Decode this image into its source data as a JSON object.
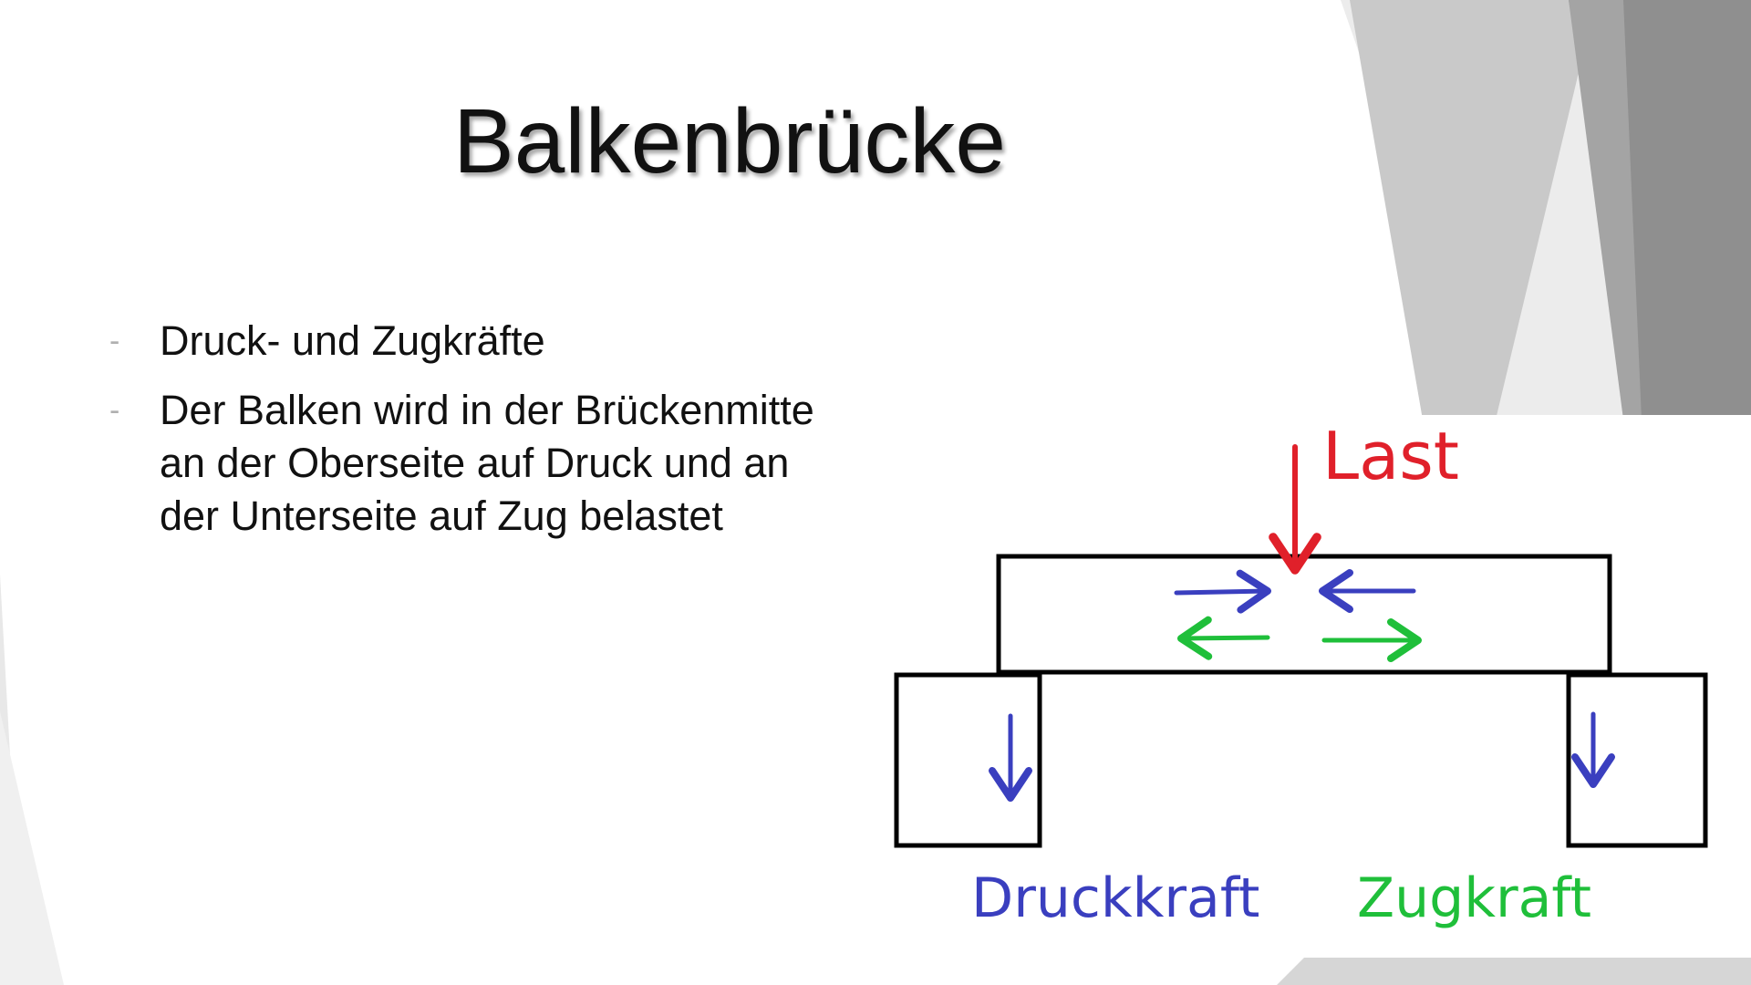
{
  "slide": {
    "title": "Balkenbrücke",
    "bullet_marker": "-",
    "bullets": [
      "Druck- und Zugkräfte",
      "Der Balken wird in der Brückenmitte an der Oberseite auf Druck und an der Unterseite auf Zug belastet"
    ]
  },
  "diagram": {
    "load_label": "Last",
    "compression_label": "Druckkraft",
    "tension_label": "Zugkraft",
    "colors": {
      "load": "#e0202a",
      "compression": "#3a3fbf",
      "tension": "#1fbf3a",
      "structure": "#000000"
    }
  },
  "theme": {
    "background": "#ffffff",
    "facet_colors": [
      "#efefef",
      "#d4d4d4",
      "#bdbdbd",
      "#8e8e8e"
    ]
  }
}
